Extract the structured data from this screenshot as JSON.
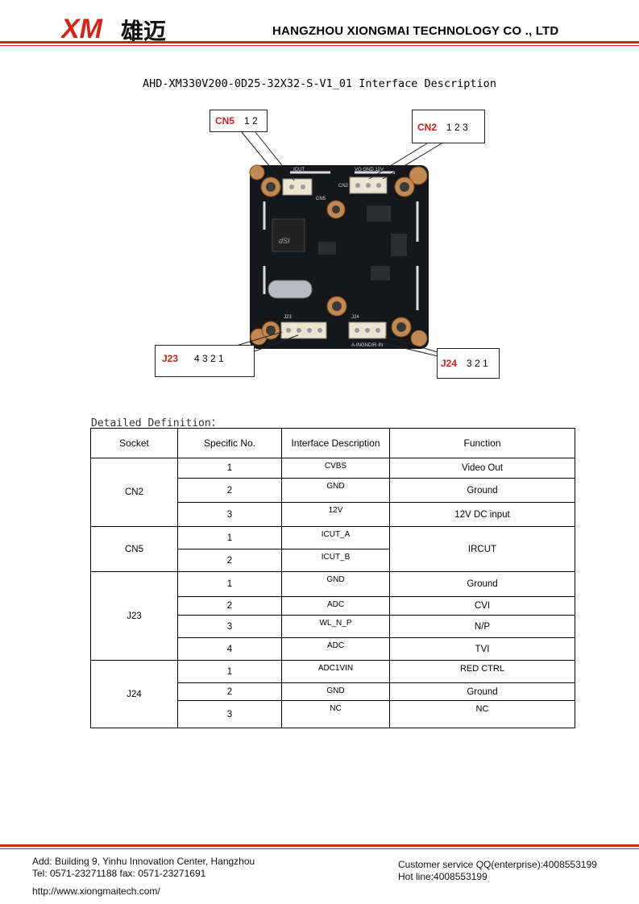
{
  "header": {
    "logo_letters": "XM",
    "logo_cn": "雄迈",
    "company": "HANGZHOU XIONGMAI TECHNOLOGY CO ., LTD"
  },
  "title": "AHD-XM330V200-0D25-32X32-S-V1_01 Interface Description",
  "figure": {
    "callouts": [
      {
        "label": "CN5",
        "pins": "1 2"
      },
      {
        "label": "CN2",
        "pins": "1 2 3"
      },
      {
        "label": "J23",
        "pins": "4 3 2 1"
      },
      {
        "label": "J24",
        "pins": "3 2 1"
      }
    ],
    "silk": {
      "top_left": "ICUT",
      "top_right": "VO GND 12V",
      "bottom_right": "A-INGNDIR-IN",
      "chip": "dSI",
      "cn5": "CN5",
      "cn2": "CN2",
      "j23": "J23",
      "j24": "J24"
    },
    "colors": {
      "board": "#15171a",
      "pad": "#c28a52",
      "connector": "#ece5d2",
      "callout_red": "#d21e1e",
      "rule_red": "#c8281e"
    }
  },
  "section_label": "Detailed Definition：",
  "table": {
    "headers": [
      "Socket",
      "Specific No.",
      "Interface Description",
      "Function"
    ],
    "groups": [
      {
        "socket": "CN2",
        "rows": [
          {
            "no": "1",
            "desc": "CVBS",
            "func": "Video Out"
          },
          {
            "no": "2",
            "desc": "GND",
            "func": "Ground"
          },
          {
            "no": "3",
            "desc": "12V",
            "func": "12V DC input"
          }
        ]
      },
      {
        "socket": "CN5",
        "func_merged": "IRCUT",
        "rows": [
          {
            "no": "1",
            "desc": "ICUT_A"
          },
          {
            "no": "2",
            "desc": "ICUT_B"
          }
        ]
      },
      {
        "socket": "J23",
        "rows": [
          {
            "no": "1",
            "desc": "GND",
            "func": "Ground"
          },
          {
            "no": "2",
            "desc": "ADC",
            "func": "CVI"
          },
          {
            "no": "3",
            "desc": "WL_N_P",
            "func": "N/P"
          },
          {
            "no": "4",
            "desc": "ADC",
            "func": "TVI"
          }
        ]
      },
      {
        "socket": "J24",
        "rows": [
          {
            "no": "1",
            "desc": "ADC1VIN",
            "func": "RED CTRL"
          },
          {
            "no": "2",
            "desc": "GND",
            "func": "Ground"
          },
          {
            "no": "3",
            "desc": "NC",
            "func": "NC"
          }
        ]
      }
    ]
  },
  "footer": {
    "address": "Add: Building 9, Yinhu Innovation Center, Hangzhou",
    "tel": "Tel: 0571-23271188  fax: 0571-23271691",
    "url": "http://www.xiongmaitech.com/",
    "qq": "Customer service QQ(enterprise):4008553199",
    "hotline": "Hot line:4008553199"
  }
}
